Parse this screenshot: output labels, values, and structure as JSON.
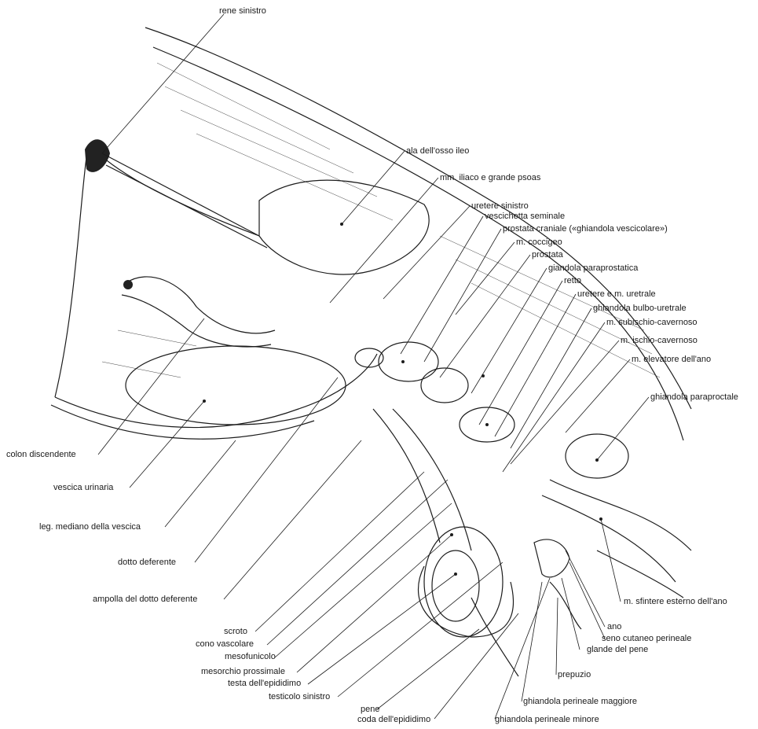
{
  "figure": {
    "background": "#ffffff",
    "ink_color": "#1c1c1c",
    "labels": {
      "rene_sinistro": "rene sinistro",
      "ala_osso_ileo": "ala dell'osso ileo",
      "mm_iliaco_psoas": "mm. iliaco e grande psoas",
      "uretere_sinistro": "uretere sinistro",
      "vescichetta_seminale": "vescichetta seminale",
      "prostata_craniale": "prostata craniale («ghiandola vescicolare»)",
      "m_coccigeo": "m. coccigeo",
      "prostata": "prostata",
      "giandola_paraprostatica": "giandola paraprostatica",
      "retto": "retto",
      "uretere_m_uretrale": "uretere e m. uretrale",
      "ghiandola_bulbo_uretrale": "ghiandola bulbo-uretrale",
      "m_subischio_cavernoso": "m. subischio-cavernoso",
      "m_ischio_cavernoso": "m. ischio-cavernoso",
      "m_elevatore_ano": "m. elevatore dell'ano",
      "ghiandola_paraproctale": "ghiandola paraproctale",
      "colon_discendente": "colon discendente",
      "vescica_urinaria": "vescica urinaria",
      "leg_mediano_vescica": "leg. mediano della vescica",
      "dotto_deferente": "dotto deferente",
      "ampolla_dotto_deferente": "ampolla del dotto deferente",
      "m_sfintere_esterno_ano": "m. sfintere esterno dell'ano",
      "ano": "ano",
      "seno_cutaneo_perineale": "seno cutaneo perineale",
      "glande_pene": "glande del pene",
      "scroto": "scroto",
      "cono_vascolare": "cono vascolare",
      "mesofunicolo": "mesofunicolo",
      "mesorchio_prossimale": "mesorchio prossimale",
      "testa_epididimo": "testa dell'epididimo",
      "testicolo_sinistro": "testicolo sinistro",
      "pene": "pene",
      "coda_epididimo": "coda dell'epididimo",
      "prepuzio": "prepuzio",
      "ghiandola_perineale_maggiore": "ghiandola perineale maggiore",
      "ghiandola_perineale_minore": "ghiandola perineale minore"
    }
  }
}
